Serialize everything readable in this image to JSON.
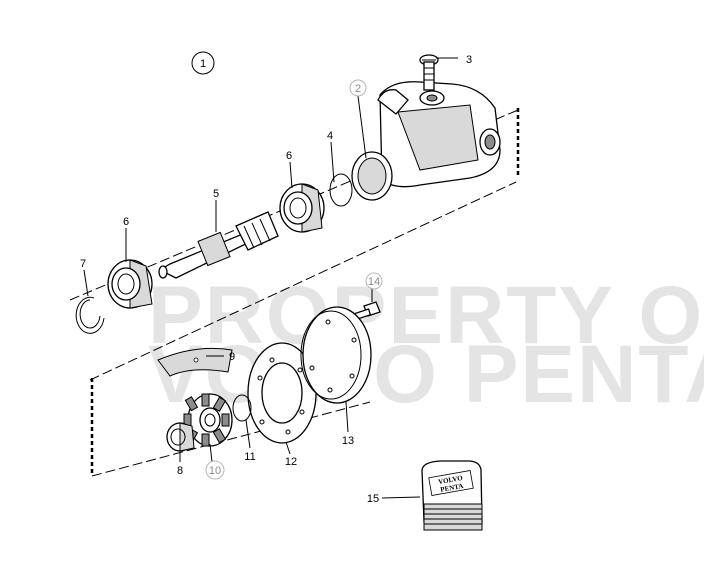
{
  "diagram": {
    "group_badge": "1",
    "watermark": {
      "line1": "PROPERTY OF",
      "line2": "VOLVO PENTA"
    },
    "callouts": [
      {
        "id": "c2",
        "label": "2",
        "muted": true
      },
      {
        "id": "c3",
        "label": "3",
        "muted": false
      },
      {
        "id": "c4",
        "label": "4",
        "muted": false
      },
      {
        "id": "c5",
        "label": "5",
        "muted": false
      },
      {
        "id": "c6a",
        "label": "6",
        "muted": false
      },
      {
        "id": "c6b",
        "label": "6",
        "muted": false
      },
      {
        "id": "c7",
        "label": "7",
        "muted": false
      },
      {
        "id": "c8",
        "label": "8",
        "muted": false
      },
      {
        "id": "c9",
        "label": "9",
        "muted": false
      },
      {
        "id": "c10",
        "label": "10",
        "muted": true
      },
      {
        "id": "c11",
        "label": "11",
        "muted": false
      },
      {
        "id": "c12",
        "label": "12",
        "muted": false
      },
      {
        "id": "c13",
        "label": "13",
        "muted": false
      },
      {
        "id": "c14",
        "label": "14",
        "muted": true
      },
      {
        "id": "c15",
        "label": "15",
        "muted": false
      }
    ],
    "kit_brand": {
      "line1": "VOLVO",
      "line2": "PENTA"
    }
  }
}
